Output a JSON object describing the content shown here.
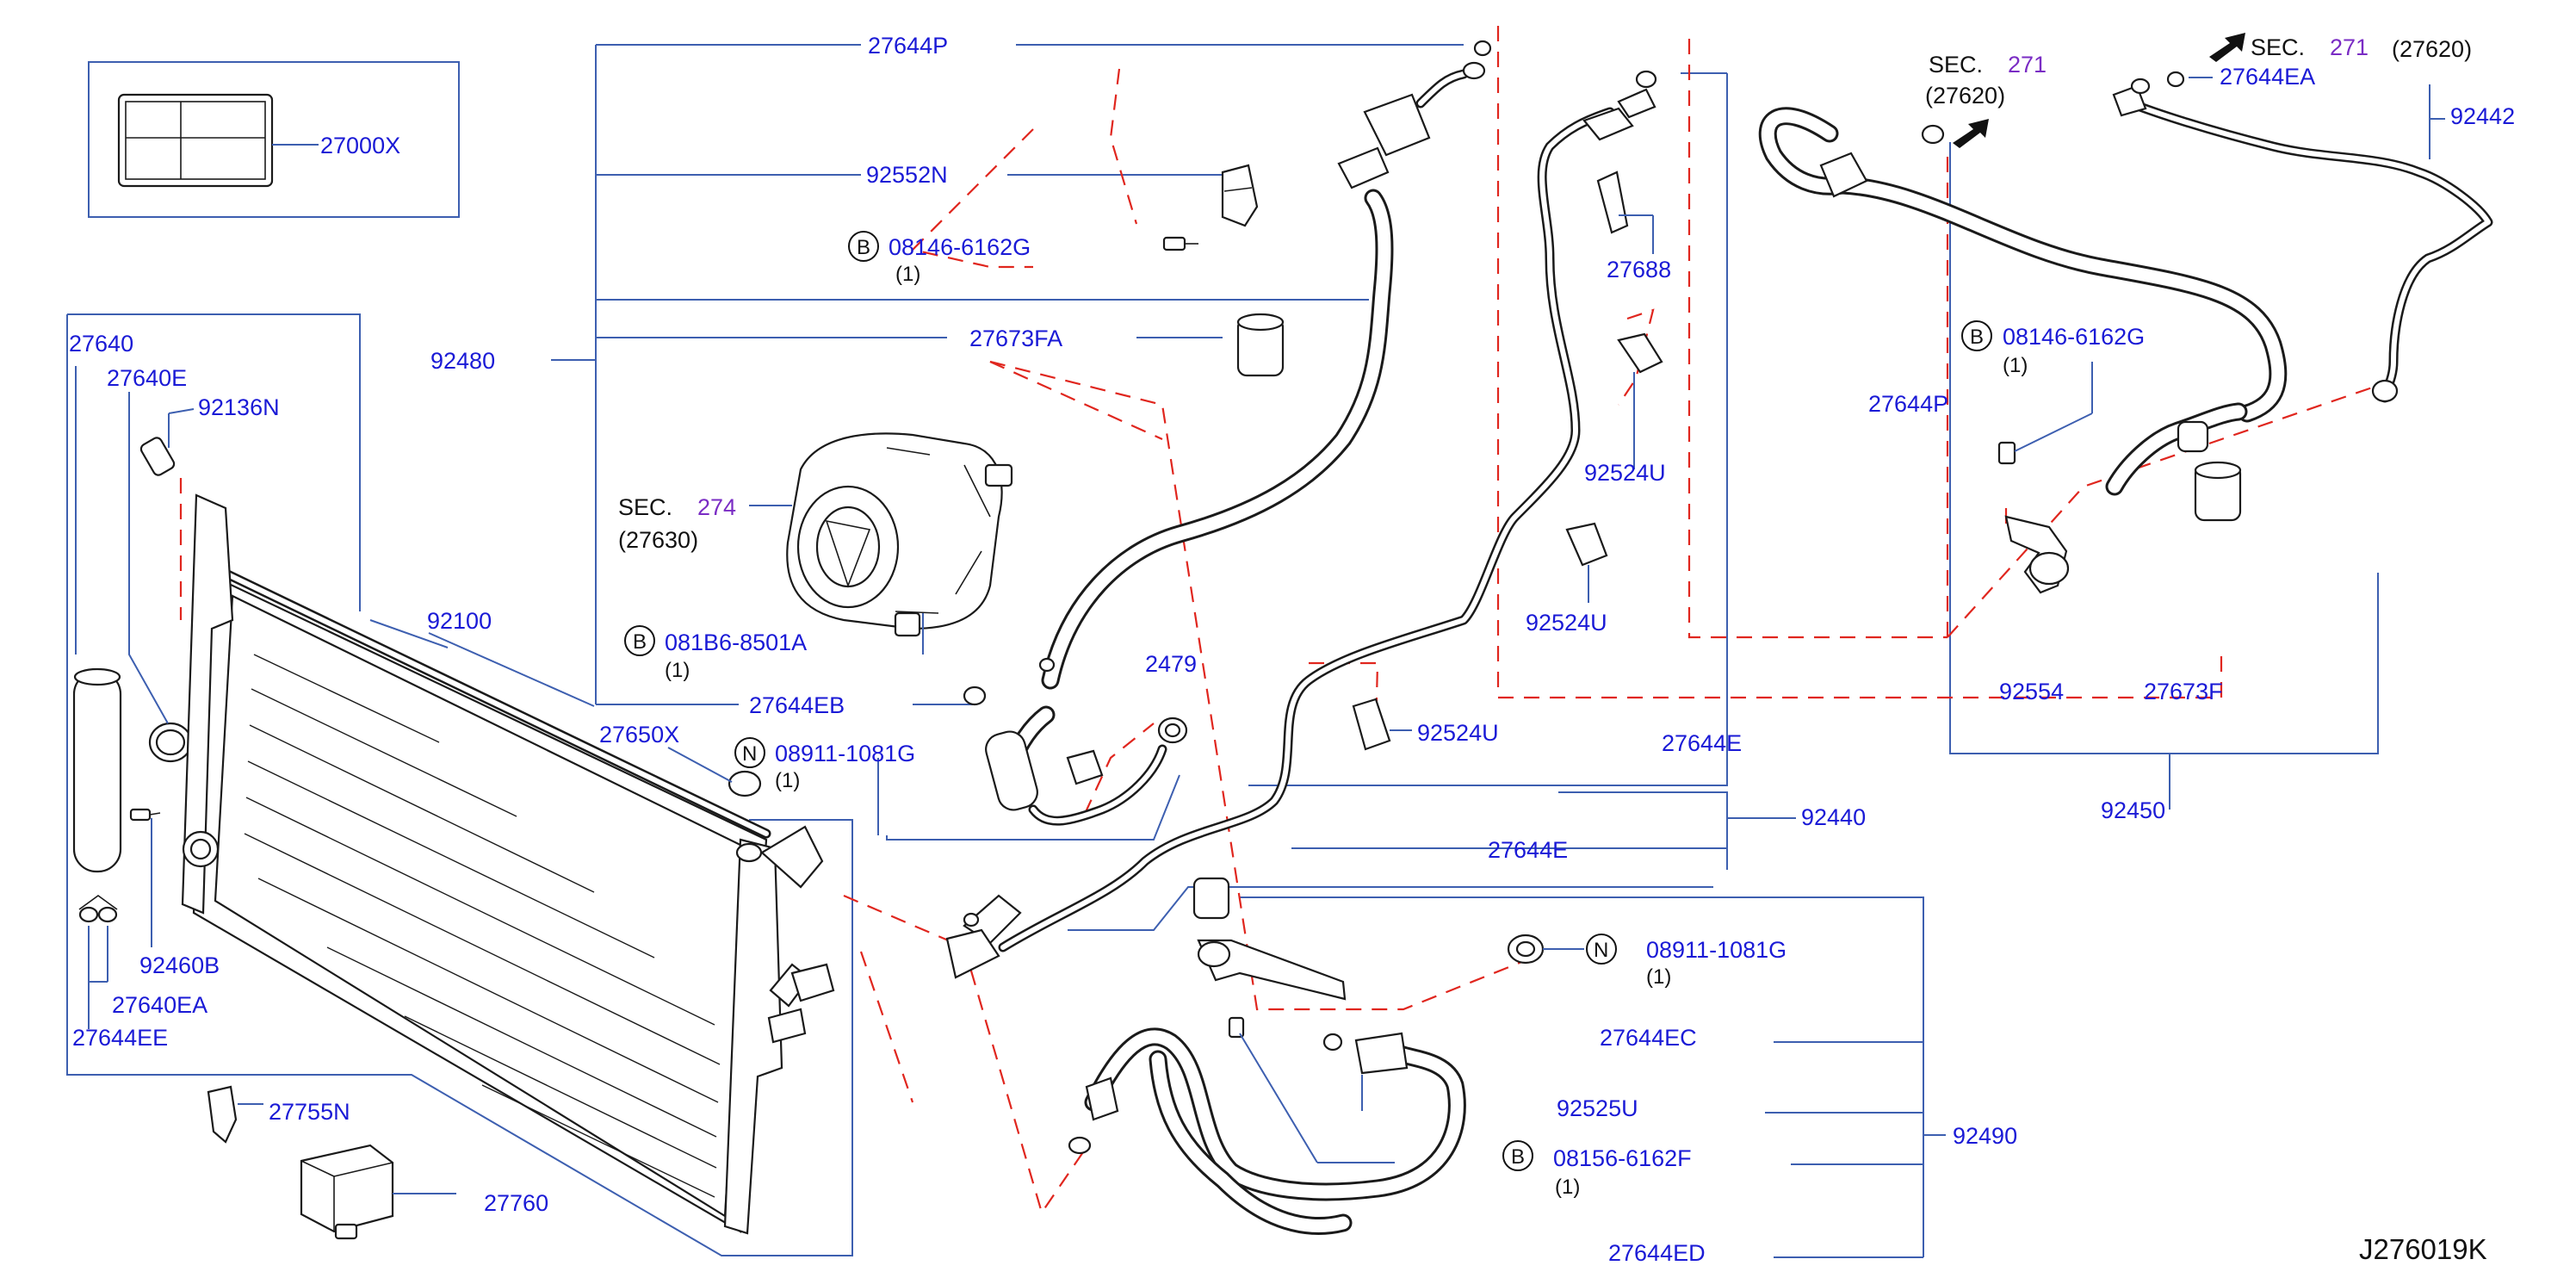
{
  "diagram_code": "J276019K",
  "callouts": [
    {
      "id": "27000X",
      "label": "27000X"
    },
    {
      "id": "27644P_top",
      "label": "27644P"
    },
    {
      "id": "92552N",
      "label": "92552N"
    },
    {
      "id": "bolt_08146_6162G_a",
      "circle": "B",
      "label": "08146-6162G",
      "qty": "(1)"
    },
    {
      "id": "27673FA",
      "label": "27673FA"
    },
    {
      "id": "92480",
      "label": "92480"
    },
    {
      "id": "27640",
      "label": "27640"
    },
    {
      "id": "27640E",
      "label": "27640E"
    },
    {
      "id": "92136N",
      "label": "92136N"
    },
    {
      "id": "sec274",
      "label": "SEC.",
      "ref": "274",
      "sub": "(27630)"
    },
    {
      "id": "92100",
      "label": "92100"
    },
    {
      "id": "bolt_081B6_8501A",
      "circle": "B",
      "label": "081B6-8501A",
      "qty": "(1)"
    },
    {
      "id": "27644EB",
      "label": "27644EB"
    },
    {
      "id": "27650X",
      "label": "27650X"
    },
    {
      "id": "nut_08911_1081G_a",
      "circle": "N",
      "label": "08911-1081G",
      "qty": "(1)"
    },
    {
      "id": "2479",
      "label": "2479"
    },
    {
      "id": "92460B",
      "label": "92460B"
    },
    {
      "id": "27640EA",
      "label": "27640EA"
    },
    {
      "id": "27644EE",
      "label": "27644EE"
    },
    {
      "id": "27755N",
      "label": "27755N"
    },
    {
      "id": "27760",
      "label": "27760"
    },
    {
      "id": "27688",
      "label": "27688"
    },
    {
      "id": "92524U_a",
      "label": "92524U"
    },
    {
      "id": "92524U_b",
      "label": "92524U"
    },
    {
      "id": "92524U_c",
      "label": "92524U"
    },
    {
      "id": "27644E_a",
      "label": "27644E"
    },
    {
      "id": "92440",
      "label": "92440"
    },
    {
      "id": "27644E_b",
      "label": "27644E"
    },
    {
      "id": "nut_08911_1081G_b",
      "circle": "N",
      "label": "08911-1081G",
      "qty": "(1)"
    },
    {
      "id": "27644EC",
      "label": "27644EC"
    },
    {
      "id": "92525U",
      "label": "92525U"
    },
    {
      "id": "92490",
      "label": "92490"
    },
    {
      "id": "bolt_08156_6162F",
      "circle": "B",
      "label": "08156-6162F",
      "qty": "(1)"
    },
    {
      "id": "27644ED",
      "label": "27644ED"
    },
    {
      "id": "sec271_a",
      "label": "SEC.",
      "ref": "271",
      "sub": "(27620)"
    },
    {
      "id": "sec271_b",
      "label": "SEC.",
      "ref": "271",
      "sub": "(27620)"
    },
    {
      "id": "27644EA",
      "label": "27644EA"
    },
    {
      "id": "92442",
      "label": "92442"
    },
    {
      "id": "bolt_08146_6162G_b",
      "circle": "B",
      "label": "08146-6162G",
      "qty": "(1)"
    },
    {
      "id": "27644P_mid",
      "label": "27644P"
    },
    {
      "id": "92554",
      "label": "92554"
    },
    {
      "id": "27673F",
      "label": "27673F"
    },
    {
      "id": "92450",
      "label": "92450"
    }
  ]
}
